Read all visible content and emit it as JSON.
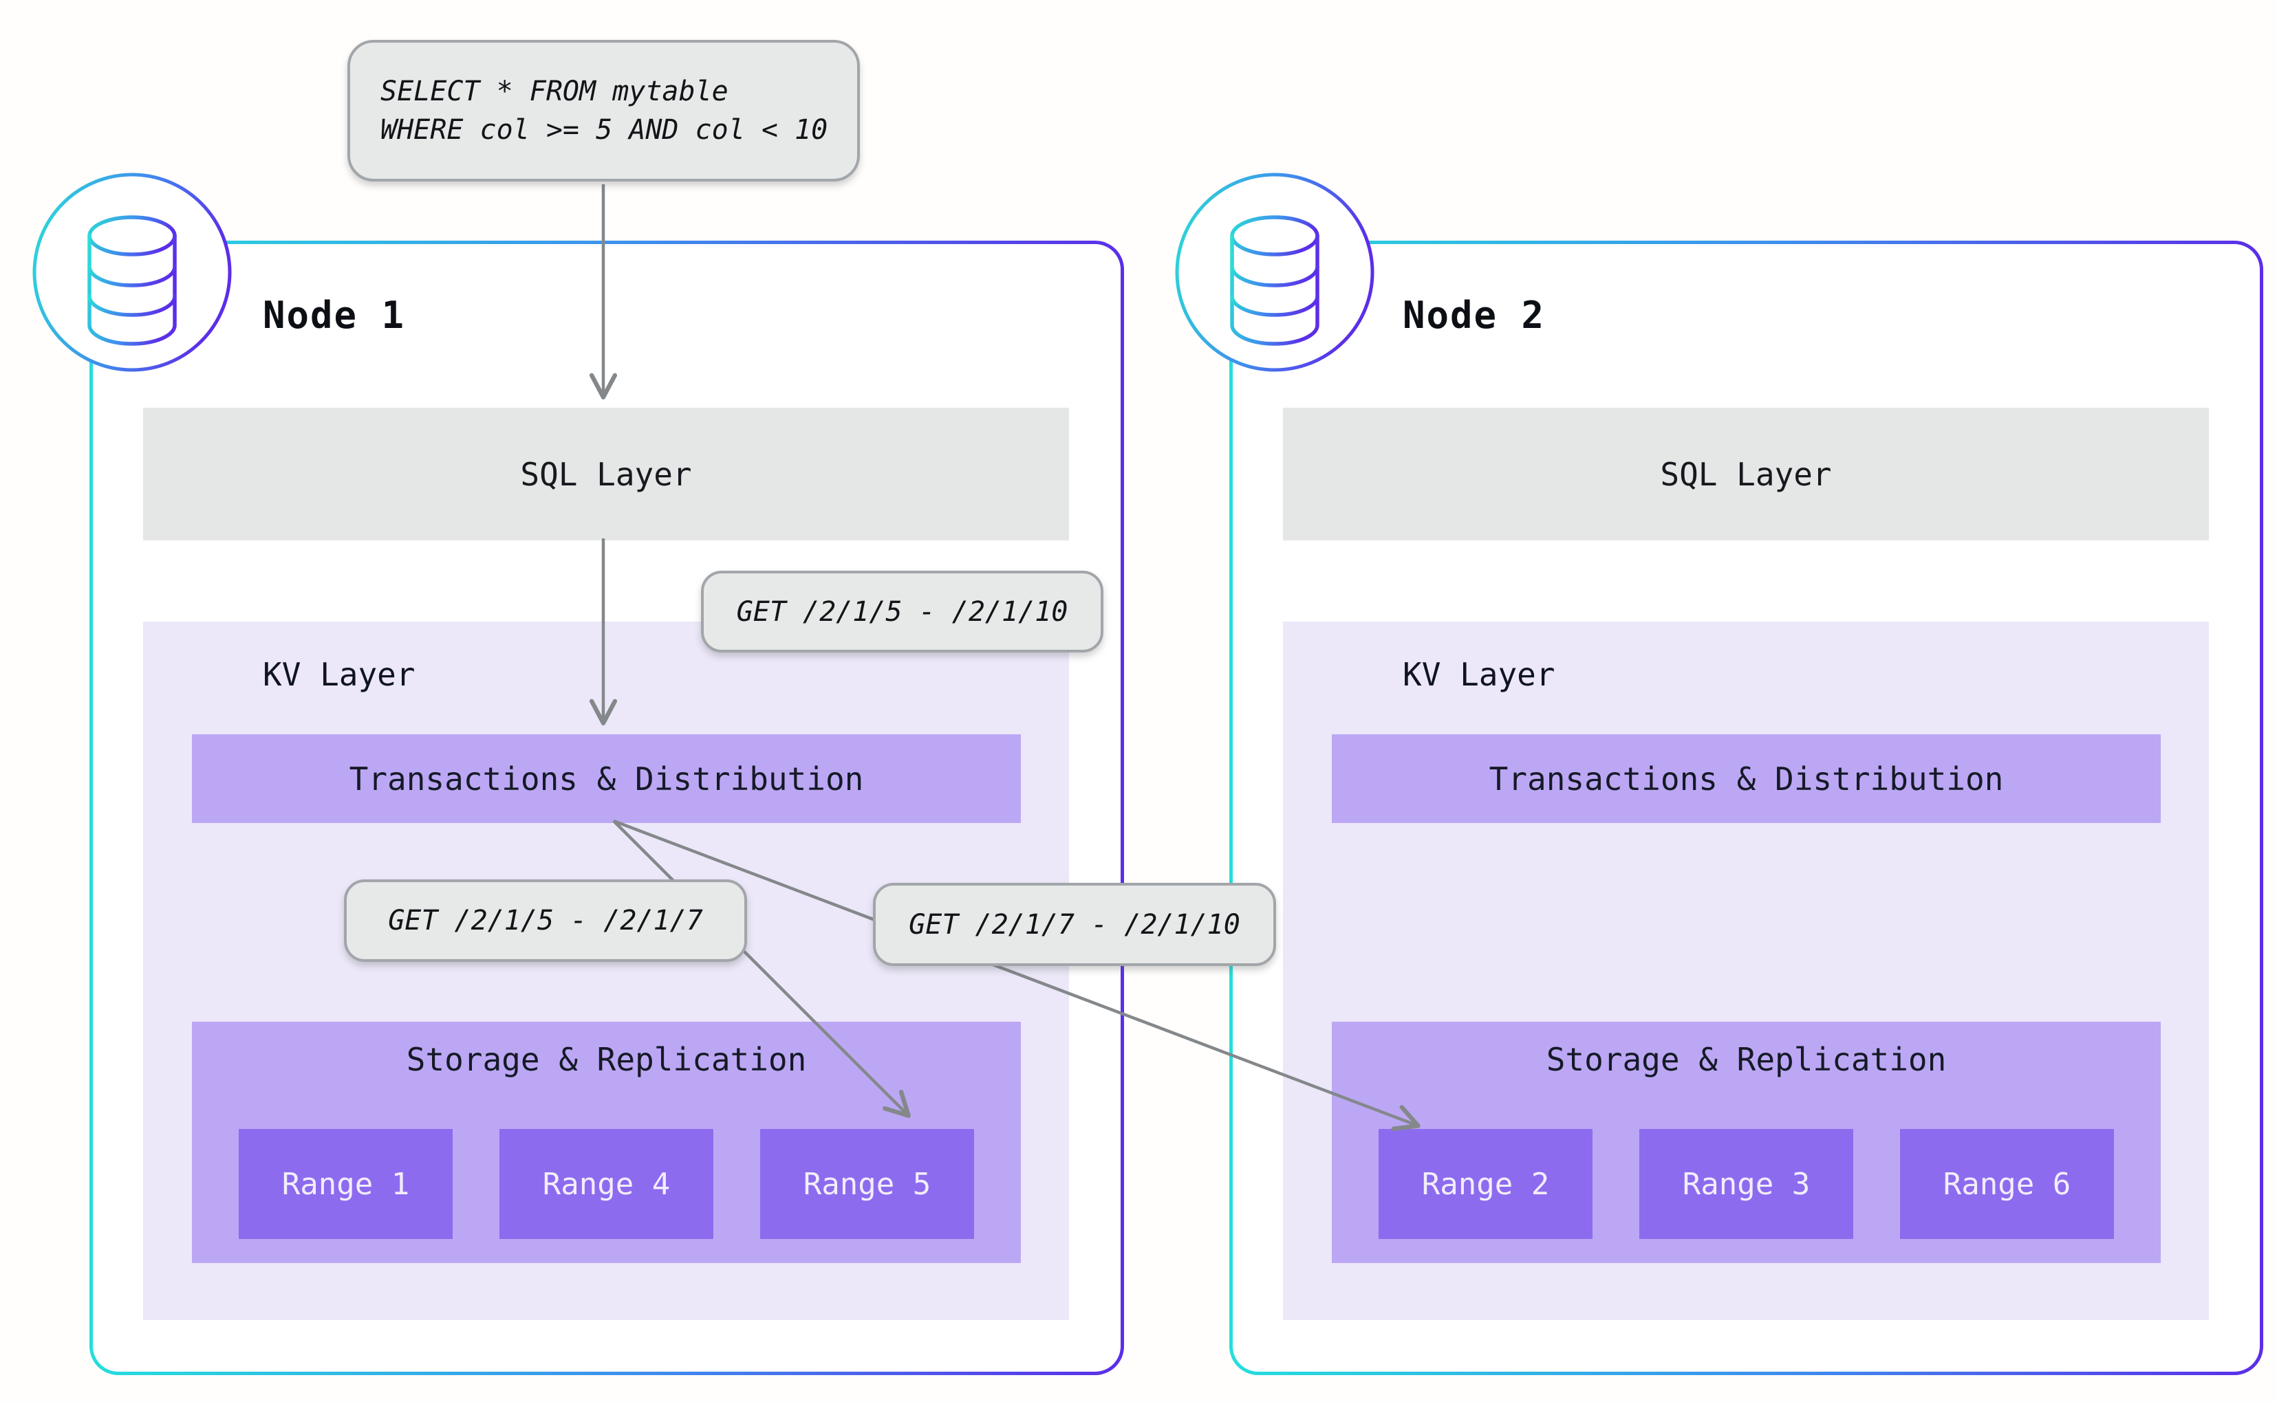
{
  "query_pill": {
    "line1": "SELECT * FROM mytable",
    "line2": "WHERE col >= 5 AND col < 10"
  },
  "get_pills": {
    "sql_to_kv": "GET /2/1/5 - /2/1/10",
    "to_range5": "GET /2/1/5 - /2/1/7",
    "to_range2": "GET /2/1/7 - /2/1/10"
  },
  "nodes": [
    {
      "title": "Node 1",
      "sql_layer_label": "SQL Layer",
      "kv_layer_label": "KV Layer",
      "transactions_label": "Transactions & Distribution",
      "storage_label": "Storage & Replication",
      "ranges": [
        "Range 1",
        "Range 4",
        "Range 5"
      ]
    },
    {
      "title": "Node 2",
      "sql_layer_label": "SQL Layer",
      "kv_layer_label": "KV Layer",
      "transactions_label": "Transactions & Distribution",
      "storage_label": "Storage & Replication",
      "ranges": [
        "Range 2",
        "Range 3",
        "Range 6"
      ]
    }
  ],
  "colors": {
    "node_border_teal": "#25dedd",
    "node_border_purple": "#5b2ee8",
    "layer_gray": "#e5e6e6",
    "pill_gray": "#e7e8e8",
    "pill_border": "#a2a6aa",
    "kv_lavender": "#ece8f9",
    "bar_purple": "#bca7f5",
    "range_purple": "#8d6bee",
    "arrow_gray": "#84888b"
  }
}
